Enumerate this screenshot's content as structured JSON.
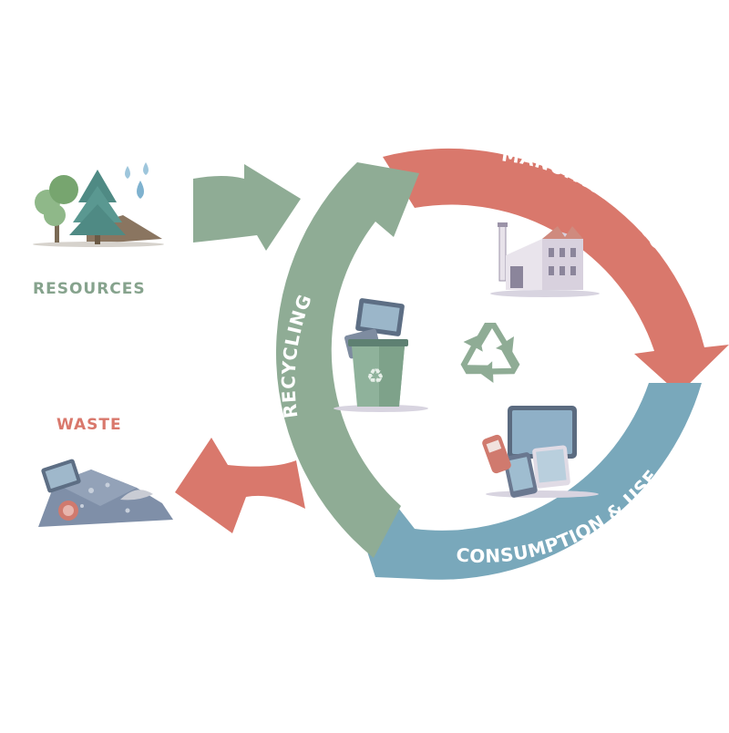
{
  "labels": {
    "manufacturing": "MANUFACTURING",
    "consumption": "CONSUMPTION & USE",
    "recycling": "RECYCLING",
    "resources": "RESOURCES",
    "waste": "WASTE"
  },
  "colors": {
    "manufacturing": "#d9786c",
    "consumption": "#79a8bb",
    "recycling": "#8fac95",
    "resources_text": "#86a38d",
    "waste_text": "#d9786c",
    "recycle_symbol": "#8fac95"
  },
  "icons": {
    "resources": "trees-water-drops-icon",
    "factory": "factory-icon",
    "devices": "devices-icon",
    "recycle_bin": "recycle-bin-icon",
    "recycle_symbol": "recycle-symbol-icon",
    "waste": "waste-pile-icon"
  }
}
